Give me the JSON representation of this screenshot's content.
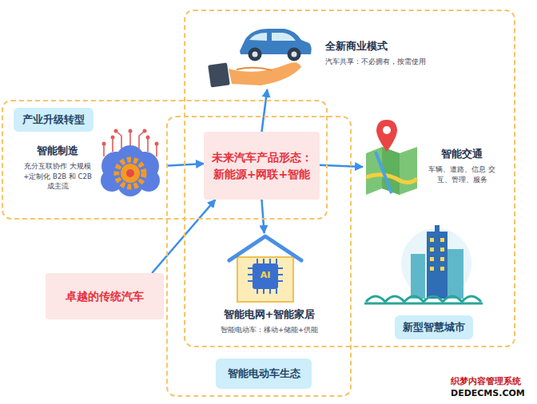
{
  "diagram": {
    "nodes": [
      {
        "text": [
          "新型智慧城市"
        ]
      },
      {
        "text": [
          "全新商业模式",
          "汽车共享：不必拥有，按需使用"
        ],
        "in": 0
      },
      {
        "text": [
          "产业升级转型"
        ]
      },
      {
        "text": [
          "智能制造",
          "充分互联协作 大规模+定制化 B2B 和 C2B 成主流"
        ],
        "in": 2
      },
      {
        "text": [
          "未来汽车产品形态： 新能源+网联+智能"
        ]
      },
      {
        "text": [
          "智能交通",
          "车辆、道路、信息 交互、管理、服务"
        ],
        "in": 0
      },
      {
        "text": [
          "卓越的传统汽车"
        ]
      },
      {
        "text": [
          "智能电动车生态"
        ]
      },
      {
        "text": [
          "智能电网+智能家居",
          "智能电动车：移动+储能+供能"
        ],
        "in": 7
      }
    ],
    "edges": [
      {
        "from": 3,
        "to": 4,
        "arrow": "to"
      },
      {
        "from": 6,
        "to": 4,
        "arrow": "to"
      },
      {
        "from": 4,
        "to": 1,
        "arrow": "to"
      },
      {
        "from": 4,
        "to": 5,
        "arrow": "to"
      },
      {
        "from": 4,
        "to": 8,
        "arrow": "to"
      }
    ],
    "labels": [
      "AI",
      "织梦内容管理系统",
      "DEDECMS.COM"
    ]
  }
}
